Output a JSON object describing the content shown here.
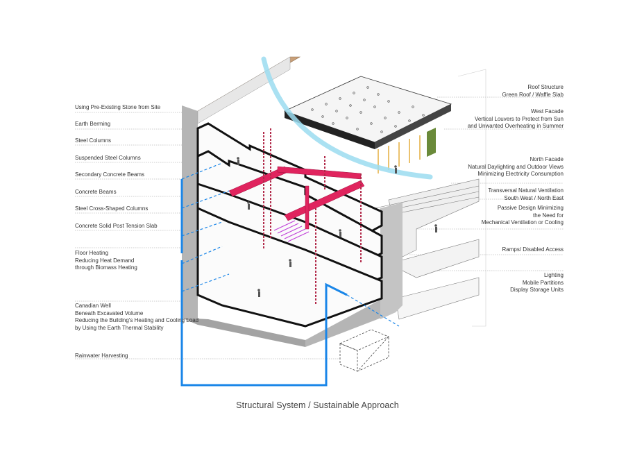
{
  "caption": "Structural System / Sustainable Approach",
  "left_labels": [
    {
      "lines": [
        "Using Pre-Existing Stone from Site"
      ]
    },
    {
      "lines": [
        "Earth Berming"
      ]
    },
    {
      "lines": [
        "Steel Columns"
      ]
    },
    {
      "lines": [
        "Suspended Steel Columns"
      ]
    },
    {
      "lines": [
        "Secondary Concrete Beams"
      ]
    },
    {
      "lines": [
        "Concrete Beams"
      ]
    },
    {
      "lines": [
        "Steel Cross-Shaped Columns"
      ]
    },
    {
      "lines": [
        "Concrete Solid Post Tension Slab"
      ]
    },
    {
      "lines": [
        "Floor Heating",
        "Reducing Heat Demand",
        "through Biomass Heating"
      ]
    },
    {
      "lines": [
        "Canadian Well",
        "Beneath Excavated Volume",
        "Reducing the Building's Heating and Cooling Load",
        "by Using the Earth Thermal Stability"
      ]
    },
    {
      "lines": [
        "Rainwater Harvesting"
      ]
    }
  ],
  "right_labels": [
    {
      "lines": [
        "Roof Structure",
        "Green Roof / Waffle Slab"
      ]
    },
    {
      "lines": [
        "West Facade",
        "Vertical Louvers to Protect from Sun",
        "and Unwanted Overheating in Summer"
      ]
    },
    {
      "lines": [
        "North Facade",
        "Natural Daylighting and Outdoor Views",
        "Minimizing Electricity Consumption"
      ]
    },
    {
      "lines": [
        "Transversal Natural Ventilation",
        "South West / North East"
      ]
    },
    {
      "lines": [
        "Passive Design Minimizing",
        "the Need for",
        "Mechanical Ventilation or Cooling"
      ]
    },
    {
      "lines": [
        "Ramps/ Disabled Access"
      ]
    },
    {
      "lines": [
        "Lighting",
        "Mobile Partitions",
        "Display Storage Units"
      ]
    }
  ],
  "colors": {
    "text": "#333333",
    "leader": "#9a9a9a",
    "wall": "#b5b5b5",
    "slab": "#111111",
    "beam": "#e0245e",
    "heating": "#c040d8",
    "water": "#1a86e8",
    "ventilation": "#9bdcf0",
    "stone": "#c9a079",
    "louvers": "#e0a020"
  }
}
